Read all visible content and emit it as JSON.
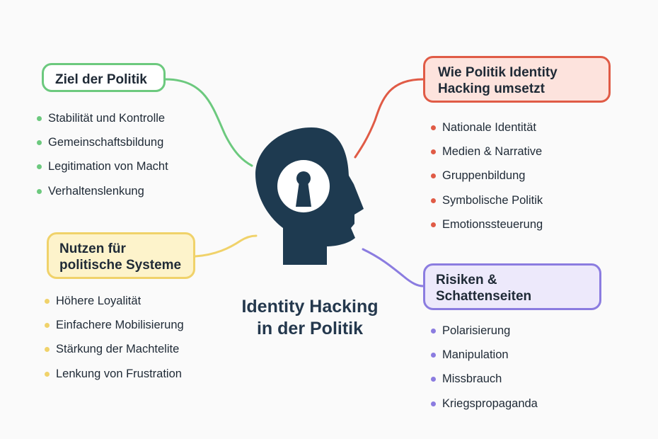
{
  "center": {
    "title_lines": [
      "Identity Hacking",
      "in der Politik"
    ],
    "icon": "head-keyhole-icon",
    "color": "#1e3a50"
  },
  "branches": {
    "ziel": {
      "title_lines": [
        "Ziel der Politik"
      ],
      "color": "#6cc97e",
      "fill": "#ffffff",
      "items": [
        "Stabilität und Kontrolle",
        "Gemeinschaftsbildung",
        "Legitimation von Macht",
        "Verhaltenslenkung"
      ]
    },
    "umsetzung": {
      "title_lines": [
        "Wie Politik Identity",
        "Hacking umsetzt"
      ],
      "color": "#e05b46",
      "fill": "#fde3dd",
      "items": [
        "Nationale Identität",
        "Medien & Narrative",
        "Gruppenbildung",
        "Symbolische Politik",
        "Emotionssteuerung"
      ]
    },
    "nutzen": {
      "title_lines": [
        "Nutzen für",
        "politische Systeme"
      ],
      "color": "#f0d26a",
      "fill": "#fdf3cb",
      "items": [
        "Höhere Loyalität",
        "Einfachere Mobilisierung",
        "Stärkung der Machtelite",
        "Lenkung von Frustration"
      ]
    },
    "risiken": {
      "title_lines": [
        "Risiken &",
        "Schattenseiten"
      ],
      "color": "#8b7ce0",
      "fill": "#ede9fb",
      "items": [
        "Polarisierung",
        "Manipulation",
        "Missbrauch",
        "Kriegspropaganda"
      ]
    }
  }
}
